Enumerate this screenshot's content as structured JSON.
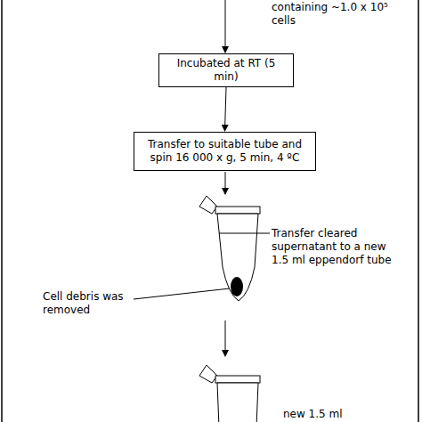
{
  "diagram": {
    "nodes": [
      {
        "text": [
          "Incubated at RT (5 min)"
        ]
      },
      {
        "text": [
          "Transfer to suitable tube and spin 16 000 x g, 5 min, 4 ºC"
        ]
      }
    ],
    "edges": [
      {
        "from": 0,
        "to": 1,
        "arrow": "to"
      }
    ],
    "labels": [
      "containing ~1.0 x 10⁵ cells",
      "Transfer cleared supernatant to a new 1.5 ml eppendorf tube",
      "Cell debris was removed",
      "new 1.5 ml"
    ]
  }
}
